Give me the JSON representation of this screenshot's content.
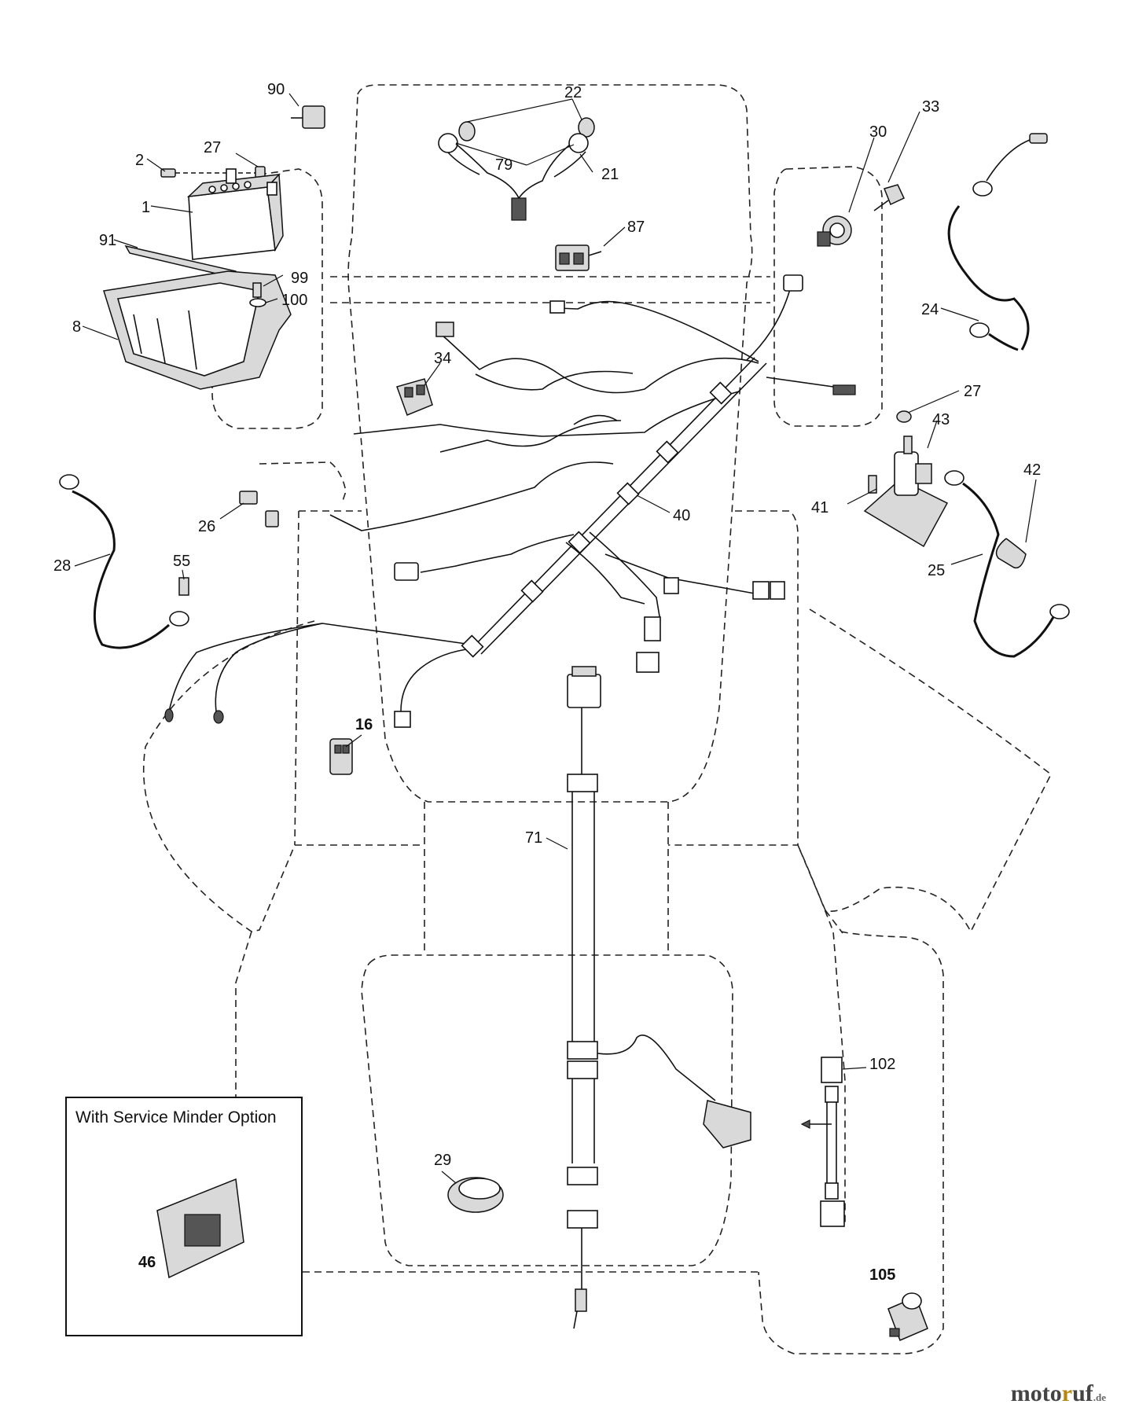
{
  "diagram": {
    "service_box_title": "With Service Minder Option",
    "watermark": {
      "prefix": "moto",
      "accent": "r",
      "suffix": "uf",
      "tld": ".de"
    },
    "callouts": [
      {
        "id": "90",
        "text": "90"
      },
      {
        "id": "22",
        "text": "22"
      },
      {
        "id": "33",
        "text": "33"
      },
      {
        "id": "30",
        "text": "30"
      },
      {
        "id": "2",
        "text": "2"
      },
      {
        "id": "27a",
        "text": "27"
      },
      {
        "id": "79",
        "text": "79"
      },
      {
        "id": "21",
        "text": "21"
      },
      {
        "id": "1",
        "text": "1"
      },
      {
        "id": "87",
        "text": "87"
      },
      {
        "id": "91",
        "text": "91"
      },
      {
        "id": "99",
        "text": "99"
      },
      {
        "id": "100",
        "text": "100"
      },
      {
        "id": "8",
        "text": "8"
      },
      {
        "id": "24",
        "text": "24"
      },
      {
        "id": "34",
        "text": "34"
      },
      {
        "id": "27b",
        "text": "27"
      },
      {
        "id": "43",
        "text": "43"
      },
      {
        "id": "42",
        "text": "42"
      },
      {
        "id": "41",
        "text": "41"
      },
      {
        "id": "26",
        "text": "26"
      },
      {
        "id": "40",
        "text": "40"
      },
      {
        "id": "28",
        "text": "28"
      },
      {
        "id": "55",
        "text": "55"
      },
      {
        "id": "25",
        "text": "25"
      },
      {
        "id": "16",
        "text": "16"
      },
      {
        "id": "71",
        "text": "71"
      },
      {
        "id": "102",
        "text": "102"
      },
      {
        "id": "29",
        "text": "29"
      },
      {
        "id": "46",
        "text": "46"
      },
      {
        "id": "105",
        "text": "105"
      }
    ]
  }
}
